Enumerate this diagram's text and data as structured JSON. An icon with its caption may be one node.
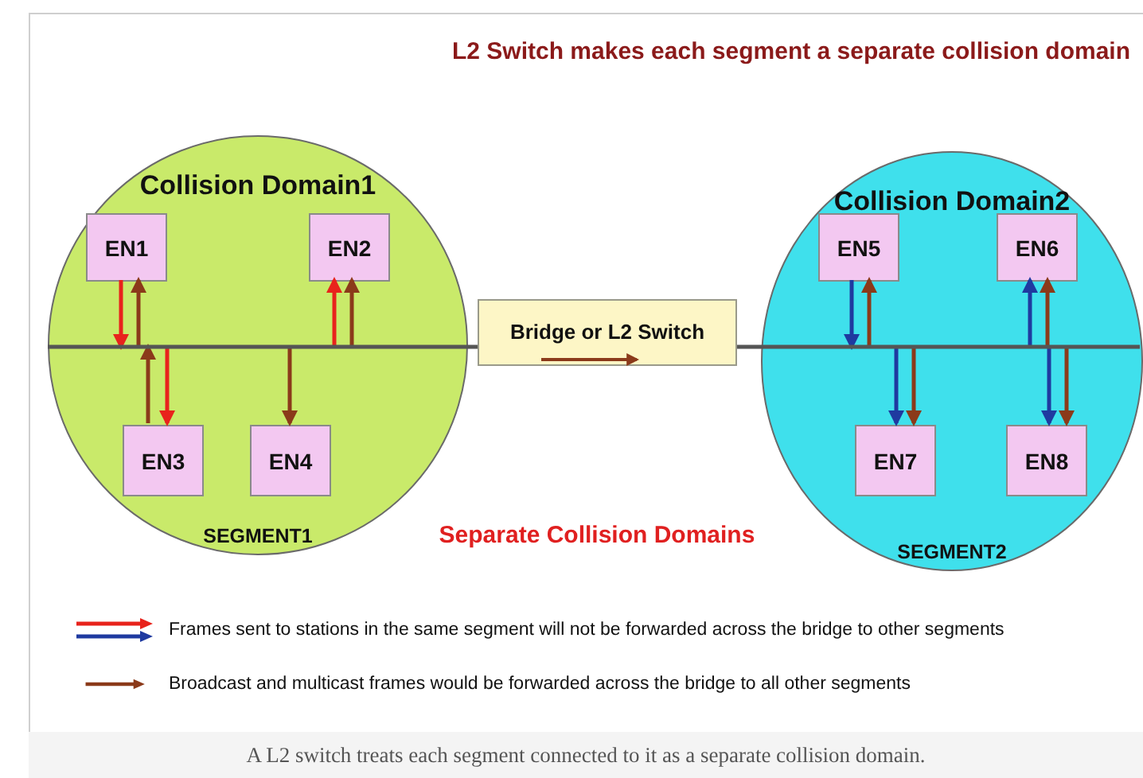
{
  "diagram": {
    "title": "L2 Switch makes each segment a separate collision domain",
    "caption": "A L2 switch treats each segment connected to it as a separate collision domain.",
    "nodes": [
      {
        "text": [
          "Collision Domain1",
          "SEGMENT1"
        ]
      },
      {
        "text": [
          "EN1"
        ],
        "in": 0
      },
      {
        "text": [
          "EN2"
        ],
        "in": 0
      },
      {
        "text": [
          "EN3"
        ],
        "in": 0
      },
      {
        "text": [
          "EN4"
        ],
        "in": 0
      },
      {
        "text": [
          "Bridge or L2 Switch"
        ]
      },
      {
        "text": [
          "Collision Domain2",
          "SEGMENT2"
        ]
      },
      {
        "text": [
          "EN5"
        ],
        "in": 6
      },
      {
        "text": [
          "EN6"
        ],
        "in": 6
      },
      {
        "text": [
          "EN7"
        ],
        "in": 6
      },
      {
        "text": [
          "EN8"
        ],
        "in": 6
      }
    ],
    "edges": [
      {
        "from": 1,
        "to": null,
        "arrow": "to",
        "color": "#e8231c"
      },
      {
        "from": null,
        "to": 1,
        "arrow": "to"
      },
      {
        "from": 3,
        "to": null,
        "arrow": "to"
      },
      {
        "from": null,
        "to": 3,
        "arrow": "to",
        "color": "#e8231c"
      },
      {
        "from": null,
        "to": 4,
        "arrow": "to"
      },
      {
        "from": null,
        "to": 2,
        "arrow": "to",
        "color": "#e8231c"
      },
      {
        "from": null,
        "to": 2,
        "arrow": "to"
      },
      {
        "from": 7,
        "to": null,
        "arrow": "to",
        "color": "#1f3aa0"
      },
      {
        "from": null,
        "to": 7,
        "arrow": "to"
      },
      {
        "from": null,
        "to": 9,
        "arrow": "to",
        "color": "#1f3aa0"
      },
      {
        "from": null,
        "to": 9,
        "arrow": "to"
      },
      {
        "from": null,
        "to": 8,
        "arrow": "to",
        "color": "#1f3aa0"
      },
      {
        "from": null,
        "to": 8,
        "arrow": "to"
      },
      {
        "from": null,
        "to": 10,
        "arrow": "to",
        "color": "#1f3aa0"
      },
      {
        "from": null,
        "to": 10,
        "arrow": "to"
      },
      {
        "from": 0,
        "to": 5,
        "arrow": "none",
        "color": "#555555"
      },
      {
        "from": 5,
        "to": 6,
        "arrow": "none",
        "color": "#555555"
      }
    ],
    "labels": [
      "Separate Collision Domains"
    ],
    "legend": [
      {
        "text": "Frames sent to stations in the same segment will not be forwarded across the bridge to other segments"
      },
      {
        "text": "Broadcast and multicast frames would be forwarded across the bridge to all other segments"
      }
    ]
  }
}
